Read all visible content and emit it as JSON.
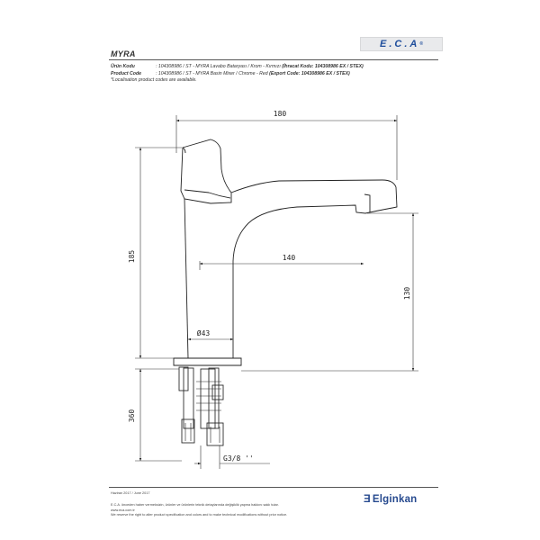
{
  "header": {
    "brand_logo": "E.C.A",
    "brand_logo_reg": "®",
    "model_name": "MYRA"
  },
  "product_info": {
    "tr_label": "Ürün Kodu",
    "tr_value": ": 104308986 / ST - MYRA Lavabo Bataryası / Krom - Kırmızı",
    "tr_export": "(İhracat Kodu: 104308986 EX / STEX)",
    "en_label": "Product Code",
    "en_value": ": 104308986 / ST - MYRA Basin Mixer / Chrome - Red",
    "en_export": "(Export Code: 104308986 EX / STEX)",
    "note": "*Localisation product codes are available."
  },
  "dimensions": {
    "width_total": "180",
    "spout_reach": "140",
    "height_total": "185",
    "spout_height": "130",
    "body_diameter": "Ø43",
    "shank_length": "360",
    "thread": "G3/8 ''"
  },
  "footer": {
    "dates": "Haziran 2017 / June 2017",
    "note_tr": "E.C.A. önceden haber vermeksizin, ürünler ve ürünlerin teknik detaylarında değişiklik yapma hakkını saklı tutar.",
    "note_web": "www.eca.com.tr",
    "note_en": "We reserve the right to alter product specification and colors and to make technical modifications without prior notice.",
    "company_logo": "Elginkan",
    "company_mark": "Ǝ"
  },
  "colors": {
    "line": "#222222",
    "brand_blue": "#1f4e9c",
    "elginkan_blue": "#274a8f"
  }
}
